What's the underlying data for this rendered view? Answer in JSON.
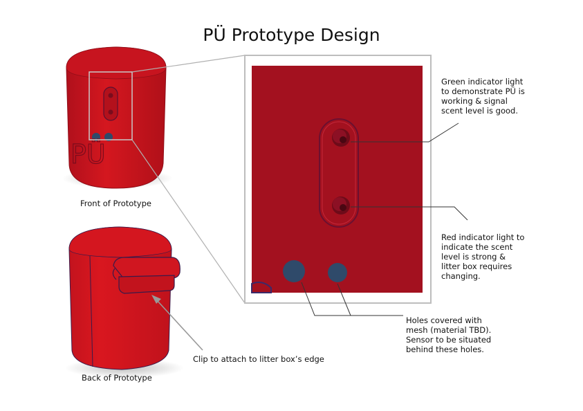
{
  "title": "PÜ Prototype Design",
  "captions": {
    "front": "Front of Prototype",
    "back": "Back of Prototype",
    "clip": "Clip to attach to litter box’s edge"
  },
  "callouts": {
    "green": [
      "Green indicator light",
      "to demonstrate PÜ is",
      "working & signal",
      "scent level is good."
    ],
    "red": [
      "Red indicator light to",
      "indicate the scent",
      "level is strong &",
      "litter box requires",
      "changing."
    ],
    "holes": [
      "Holes covered with",
      "mesh (material TBD).",
      "Sensor to be situated",
      "behind these holes."
    ]
  },
  "logo_text": "PÜ",
  "colors": {
    "body_red": "#c41420",
    "panel_red": "#a3111f",
    "hole_blue": "#2f4a6a",
    "frame": "#b8b8b8"
  }
}
